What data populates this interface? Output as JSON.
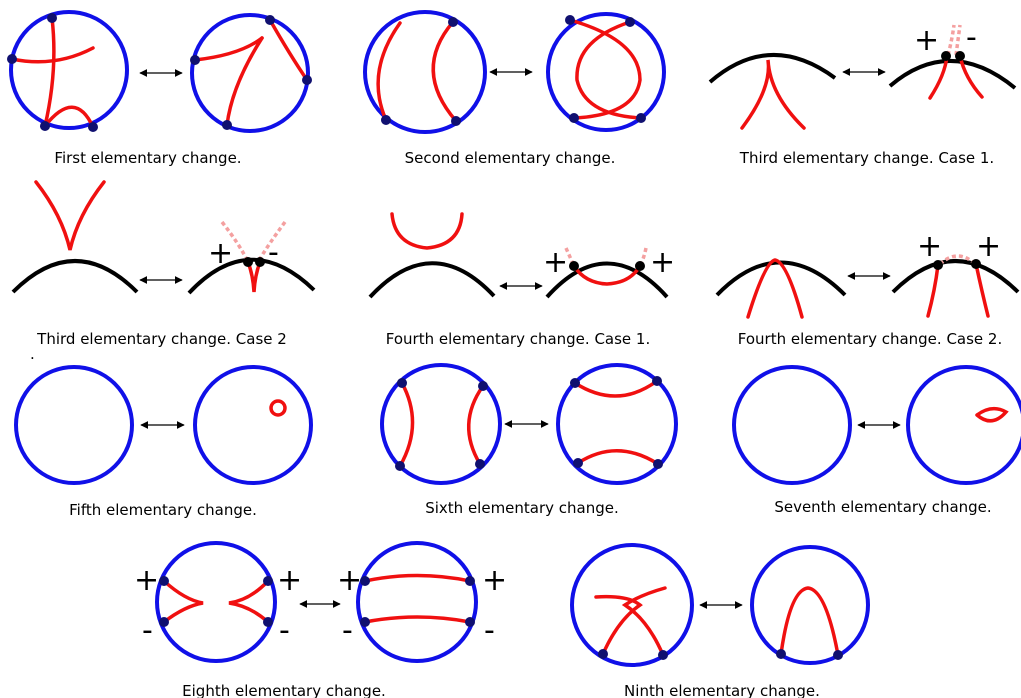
{
  "colors": {
    "circle": "#1010e8",
    "curve": "#f01010",
    "dashed_curve": "#f4a0a0",
    "point": "#101070",
    "boundary_arc": "#000000",
    "arrow": "#000000"
  },
  "captions": {
    "c1": "First elementary change.",
    "c2": "Second elementary change.",
    "c3": "Third elementary change. Case 1.",
    "c4": "Third elementary change. Case 2",
    "c4_dot": ".",
    "c5": "Fourth elementary change. Case 1.",
    "c6": "Fourth elementary change. Case 2.",
    "c7": "Fifth elementary change.",
    "c8": "Sixth elementary change.",
    "c9": "Seventh elementary change.",
    "c10": "Eighth elementary change.",
    "c11": "Ninth elementary change."
  },
  "signs": {
    "plus": "+",
    "minus": "-"
  }
}
